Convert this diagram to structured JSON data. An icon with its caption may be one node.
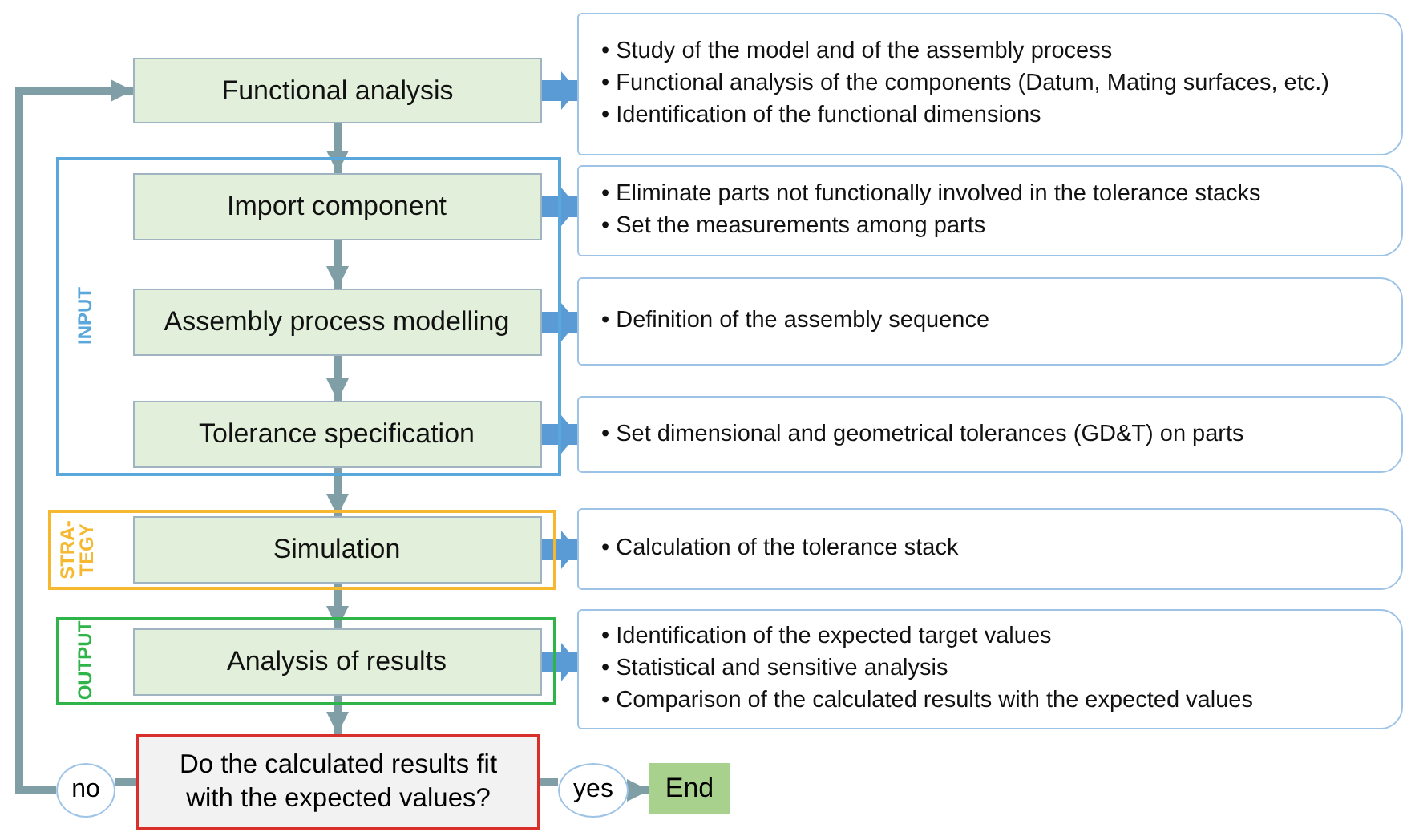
{
  "diagram": {
    "nodes": [
      {
        "text": [
          "Functional analysis"
        ]
      },
      {
        "text": [
          "INPUT"
        ]
      },
      {
        "text": [
          "Import component"
        ],
        "in": 1
      },
      {
        "text": [
          "Assembly process modelling"
        ],
        "in": 1
      },
      {
        "text": [
          "Tolerance specification"
        ],
        "in": 1
      },
      {
        "text": [
          "STRA- TEGY"
        ]
      },
      {
        "text": [
          "Simulation"
        ],
        "in": 5
      },
      {
        "text": [
          "OUTPUT"
        ]
      },
      {
        "text": [
          "Analysis of results"
        ],
        "in": 7
      },
      {
        "text": [
          "Do the calculated results fit with the expected values?"
        ]
      },
      {
        "text": [
          "no"
        ]
      },
      {
        "text": [
          "yes"
        ]
      },
      {
        "text": [
          "End"
        ]
      },
      {
        "text": [
          "• Study of the model and of the assembly process",
          "• Functional analysis of the components (Datum, Mating surfaces, etc.)",
          "• Identification of the functional dimensions"
        ]
      },
      {
        "text": [
          "• Eliminate parts not functionally involved in the tolerance stacks",
          "• Set the measurements among parts"
        ]
      },
      {
        "text": [
          "• Definition of the assembly sequence"
        ]
      },
      {
        "text": [
          "• Set dimensional and geometrical tolerances (GD&T) on parts"
        ]
      },
      {
        "text": [
          "• Calculation of the tolerance stack"
        ]
      },
      {
        "text": [
          "• Identification of the expected target values",
          "• Statistical and sensitive analysis",
          "• Comparison of the calculated results with the expected values"
        ]
      }
    ],
    "edges": [
      {
        "from": 0,
        "to": 2,
        "arrow": "to"
      },
      {
        "from": 2,
        "to": 3,
        "arrow": "to"
      },
      {
        "from": 3,
        "to": 4,
        "arrow": "to"
      },
      {
        "from": 4,
        "to": 6,
        "arrow": "to"
      },
      {
        "from": 6,
        "to": 8,
        "arrow": "to"
      },
      {
        "from": 8,
        "to": 9,
        "arrow": "to"
      },
      {
        "from": 9,
        "to": 10,
        "arrow": "none"
      },
      {
        "from": 10,
        "to": 0,
        "arrow": "to"
      },
      {
        "from": 9,
        "to": 11,
        "arrow": "none"
      },
      {
        "from": 11,
        "to": 12,
        "arrow": "to"
      },
      {
        "from": 0,
        "to": 13,
        "arrow": "to",
        "style": "thick",
        "color": "#5b9bd5"
      },
      {
        "from": 2,
        "to": 14,
        "arrow": "to",
        "style": "thick",
        "color": "#5b9bd5"
      },
      {
        "from": 3,
        "to": 15,
        "arrow": "to",
        "style": "thick",
        "color": "#5b9bd5"
      },
      {
        "from": 4,
        "to": 16,
        "arrow": "to",
        "style": "thick",
        "color": "#5b9bd5"
      },
      {
        "from": 6,
        "to": 17,
        "arrow": "to",
        "style": "thick",
        "color": "#5b9bd5"
      },
      {
        "from": 8,
        "to": 18,
        "arrow": "to",
        "style": "thick",
        "color": "#5b9bd5"
      }
    ]
  }
}
